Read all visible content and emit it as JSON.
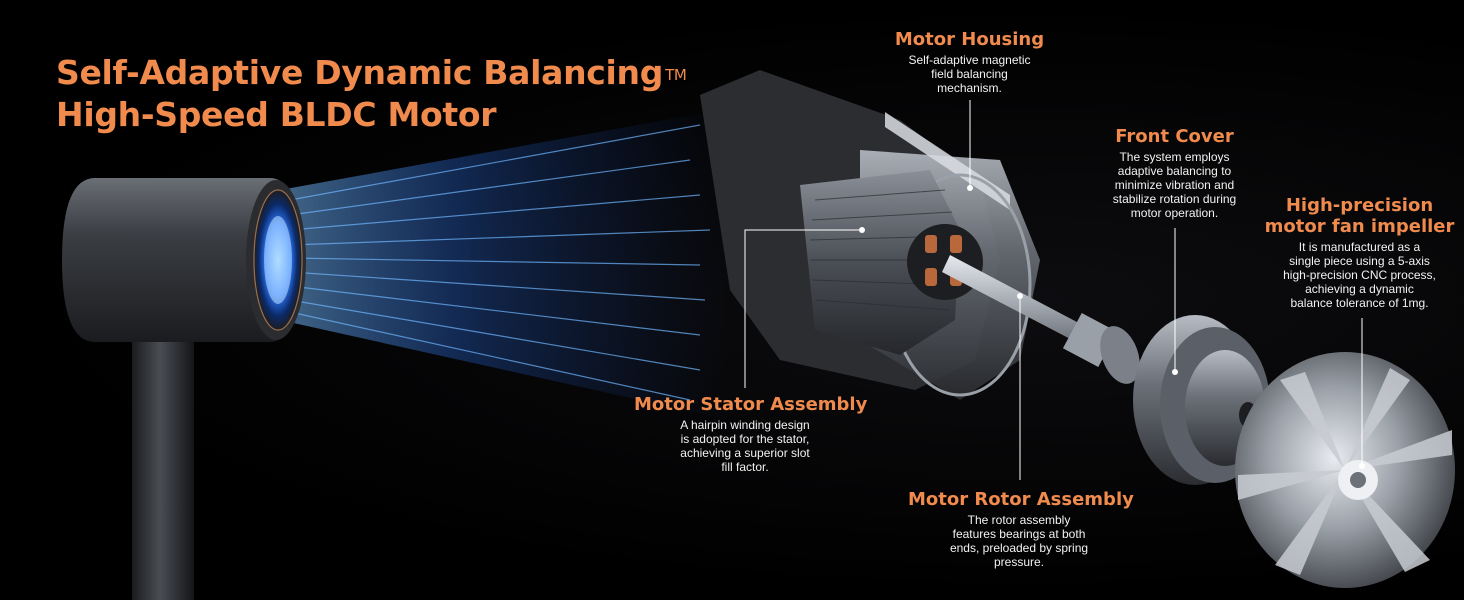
{
  "headline": {
    "line1": "Self-Adaptive Dynamic Balancing",
    "trademark": "TM",
    "line2": "High-Speed BLDC Motor"
  },
  "callouts": {
    "motor_housing": {
      "title": "Motor Housing",
      "desc": "Self-adaptive magnetic\nfield balancing\nmechanism."
    },
    "front_cover": {
      "title": "Front Cover",
      "desc": "The system employs\nadaptive balancing to\nminimize vibration and\nstabilize rotation during\nmotor operation."
    },
    "fan_impeller": {
      "title_line1": "High-precision",
      "title_line2": "motor fan impeller",
      "desc": "It is manufactured as a\nsingle piece using a 5-axis\nhigh-precision CNC process,\nachieving a dynamic\nbalance tolerance of 1mg."
    },
    "stator": {
      "title": "Motor Stator Assembly",
      "desc": "A hairpin winding design\nis adopted for the stator,\nachieving a superior slot\nfill factor."
    },
    "rotor": {
      "title": "Motor Rotor Assembly",
      "desc": "The rotor assembly\nfeatures bearings at both\nends, preloaded by spring\npressure."
    }
  },
  "colors": {
    "accent": "#f08b4d",
    "background": "#000000",
    "airflow": "#2f7bff",
    "metal": "#8a8f98"
  }
}
